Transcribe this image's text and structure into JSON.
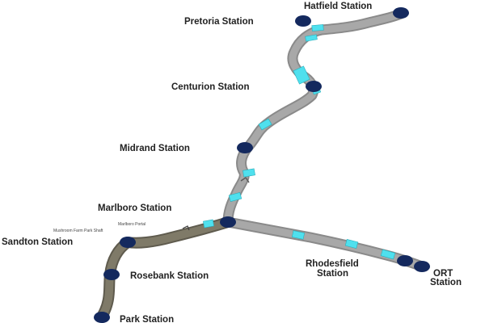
{
  "map": {
    "colors": {
      "background": "#ffffff",
      "track": "#a8a8a8",
      "track_edge": "#8a8a8a",
      "tunnel": "#7f7a68",
      "tunnel_edge": "#5f5b4e",
      "station": "#14295e",
      "segment_highlight": "#4fe0ee",
      "label": "#222222"
    },
    "stations": {
      "hatfield": "Hatfield Station",
      "pretoria": "Pretoria Station",
      "centurion": "Centurion Station",
      "midrand": "Midrand Station",
      "marlboro": "Marlboro Station",
      "sandton": "Sandton Station",
      "rosebank": "Rosebank Station",
      "park": "Park Station",
      "rhodesfield_line1": "Rhodesfield",
      "rhodesfield_line2": "Station",
      "ort_line1": "ORT",
      "ort_line2": "Station"
    },
    "annotations": {
      "marlboro_portal": "Marlboro Portal",
      "mushroom_farm": "Mushroom Farm Park Shaft"
    }
  }
}
